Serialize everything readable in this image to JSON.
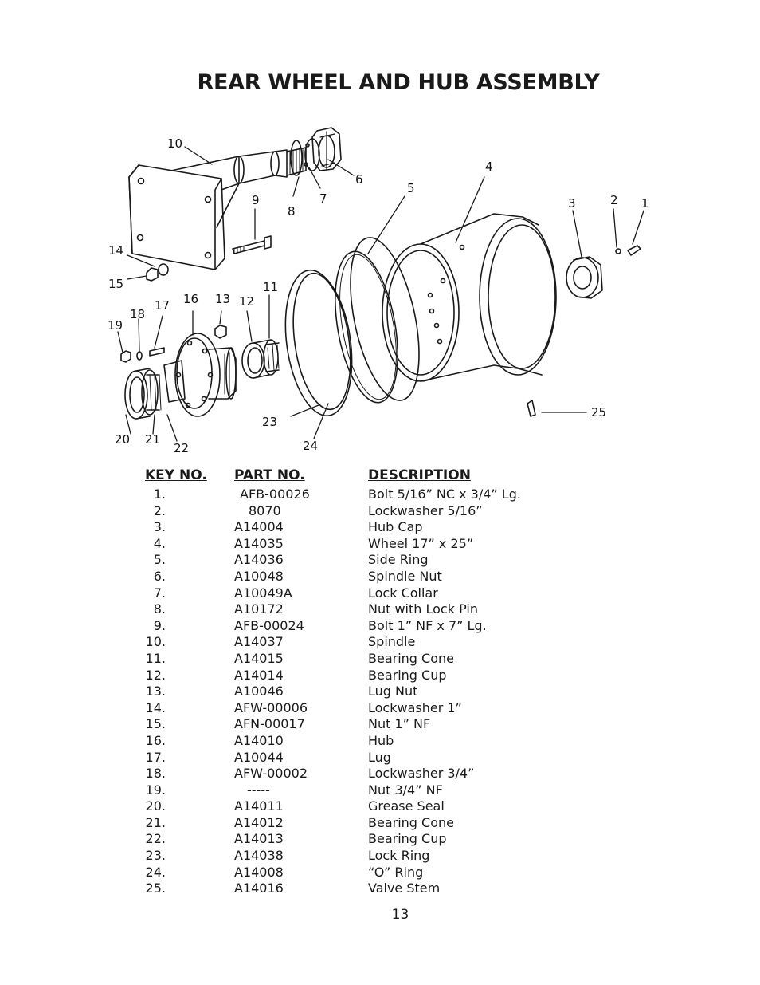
{
  "title": "REAR WHEEL AND HUB ASSEMBLY",
  "diagram": {
    "callouts": [
      "1",
      "2",
      "3",
      "4",
      "5",
      "6",
      "7",
      "8",
      "9",
      "10",
      "11",
      "12",
      "13",
      "14",
      "15",
      "16",
      "17",
      "18",
      "19",
      "20",
      "21",
      "22",
      "23",
      "24",
      "25"
    ]
  },
  "table": {
    "headers": {
      "key": "KEY NO.",
      "part": "PART NO.",
      "description": "DESCRIPTION"
    },
    "rows": [
      {
        "key": "1.",
        "part": "AFB-00026",
        "description": "Bolt 5/16” NC x 3/4” Lg."
      },
      {
        "key": "2.",
        "part": "8070",
        "description": "Lockwasher 5/16”"
      },
      {
        "key": "3.",
        "part": "A14004",
        "description": "Hub Cap"
      },
      {
        "key": "4.",
        "part": "A14035",
        "description": "Wheel 17” x 25”"
      },
      {
        "key": "5.",
        "part": "A14036",
        "description": "Side Ring"
      },
      {
        "key": "6.",
        "part": "A10048",
        "description": "Spindle Nut"
      },
      {
        "key": "7.",
        "part": "A10049A",
        "description": "Lock Collar"
      },
      {
        "key": "8.",
        "part": "A10172",
        "description": "Nut with Lock Pin"
      },
      {
        "key": "9.",
        "part": "AFB-00024",
        "description": "Bolt 1” NF  x 7” Lg."
      },
      {
        "key": "10.",
        "part": "A14037",
        "description": "Spindle"
      },
      {
        "key": "11.",
        "part": "A14015",
        "description": "Bearing Cone"
      },
      {
        "key": "12.",
        "part": "A14014",
        "description": "Bearing Cup"
      },
      {
        "key": "13.",
        "part": "A10046",
        "description": "Lug Nut"
      },
      {
        "key": "14.",
        "part": "AFW-00006",
        "description": "Lockwasher 1”"
      },
      {
        "key": "15.",
        "part": "AFN-00017",
        "description": "Nut 1” NF"
      },
      {
        "key": "16.",
        "part": "A14010",
        "description": "Hub"
      },
      {
        "key": "17.",
        "part": "A10044",
        "description": "Lug"
      },
      {
        "key": "18.",
        "part": "AFW-00002",
        "description": "Lockwasher 3/4”"
      },
      {
        "key": "19.",
        "part": "-----",
        "description": "Nut 3/4” NF"
      },
      {
        "key": "20.",
        "part": "A14011",
        "description": "Grease Seal"
      },
      {
        "key": "21.",
        "part": "A14012",
        "description": "Bearing Cone"
      },
      {
        "key": "22.",
        "part": "A14013",
        "description": "Bearing Cup"
      },
      {
        "key": "23.",
        "part": "A14038",
        "description": "Lock Ring"
      },
      {
        "key": "24.",
        "part": "A14008",
        "description": "“O” Ring"
      },
      {
        "key": "25.",
        "part": "A14016",
        "description": "Valve Stem"
      }
    ]
  },
  "page_number": "13"
}
